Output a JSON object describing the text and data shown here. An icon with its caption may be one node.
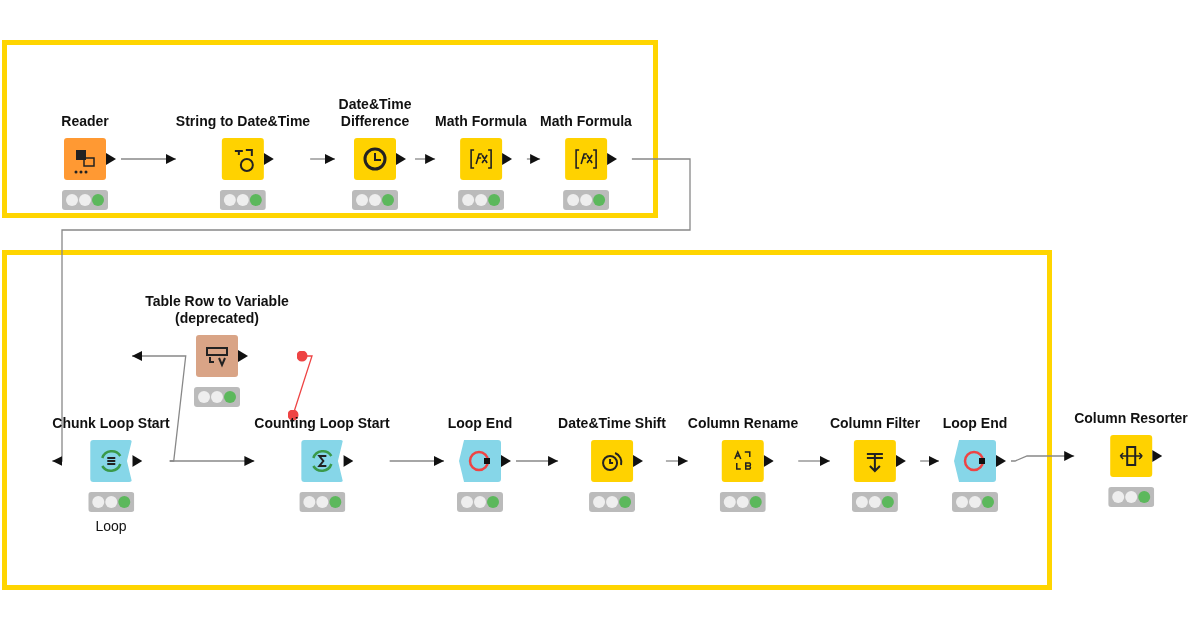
{
  "diagram": {
    "nodes": [
      {
        "text": [],
        "shape": "box"
      },
      {
        "text": [
          "Reader"
        ],
        "in": 0
      },
      {
        "text": [
          "String to Date&Time"
        ],
        "in": 0
      },
      {
        "text": [
          "Date&Time Difference"
        ],
        "in": 0
      },
      {
        "text": [
          "Math Formula"
        ],
        "in": 0
      },
      {
        "text": [
          "Math Formula"
        ],
        "in": 0
      },
      {
        "text": [],
        "shape": "box"
      },
      {
        "text": [
          "Table Row to Variable (deprecated)"
        ],
        "in": 6
      },
      {
        "text": [
          "Chunk Loop Start"
        ],
        "in": 6,
        "beside": [
          "Loop"
        ]
      },
      {
        "text": [
          "Counting Loop Start"
        ],
        "in": 6
      },
      {
        "text": [
          "Loop End"
        ],
        "in": 6
      },
      {
        "text": [
          "Date&Time Shift"
        ],
        "in": 6
      },
      {
        "text": [
          "Column Rename"
        ],
        "in": 6
      },
      {
        "text": [
          "Column Filter"
        ],
        "in": 6
      },
      {
        "text": [
          "Loop End"
        ],
        "in": 6
      },
      {
        "text": [
          "Column Resorter"
        ]
      }
    ],
    "edges": [
      {
        "from": 1,
        "to": 2,
        "arrow": "to"
      },
      {
        "from": 2,
        "to": 3,
        "arrow": "to"
      },
      {
        "from": 3,
        "to": 4,
        "arrow": "to"
      },
      {
        "from": 4,
        "to": 5,
        "arrow": "to"
      },
      {
        "from": 5,
        "to": 8,
        "arrow": "to"
      },
      {
        "from": 8,
        "to": 7,
        "arrow": "to"
      },
      {
        "from": 8,
        "to": 9,
        "arrow": "to"
      },
      {
        "from": 7,
        "to": 9,
        "arrow": "other",
        "color": "#ee4444"
      },
      {
        "from": 9,
        "to": 10,
        "arrow": "to"
      },
      {
        "from": 10,
        "to": 11,
        "arrow": "to"
      },
      {
        "from": 11,
        "to": 12,
        "arrow": "to"
      },
      {
        "from": 12,
        "to": 13,
        "arrow": "to"
      },
      {
        "from": 13,
        "to": 14,
        "arrow": "to"
      },
      {
        "from": 14,
        "to": 15,
        "arrow": "to"
      }
    ]
  }
}
